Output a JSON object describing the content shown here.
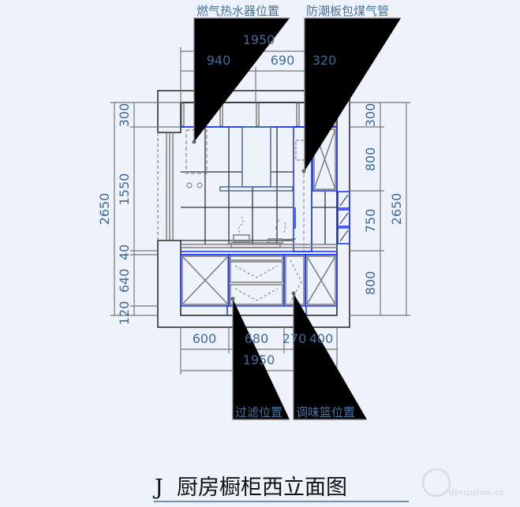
{
  "labels": {
    "top_left": "燃气热水器位置",
    "top_right": "防潮板包煤气管",
    "bottom_left": "过滤位置",
    "bottom_right": "调味篮位置"
  },
  "title": "J  厨房橱柜西立面图",
  "dims": {
    "top_total": "1950",
    "top": [
      "940",
      "690",
      "320"
    ],
    "left_total": "2650",
    "left": [
      "300",
      "1550",
      "40",
      "640",
      "120"
    ],
    "right_total": "2650",
    "right": [
      "300",
      "800",
      "750",
      "800"
    ],
    "bottom": [
      "600",
      "680",
      "270",
      "400"
    ],
    "bottom_total": "1950"
  },
  "watermark": "dingqiao.cc"
}
